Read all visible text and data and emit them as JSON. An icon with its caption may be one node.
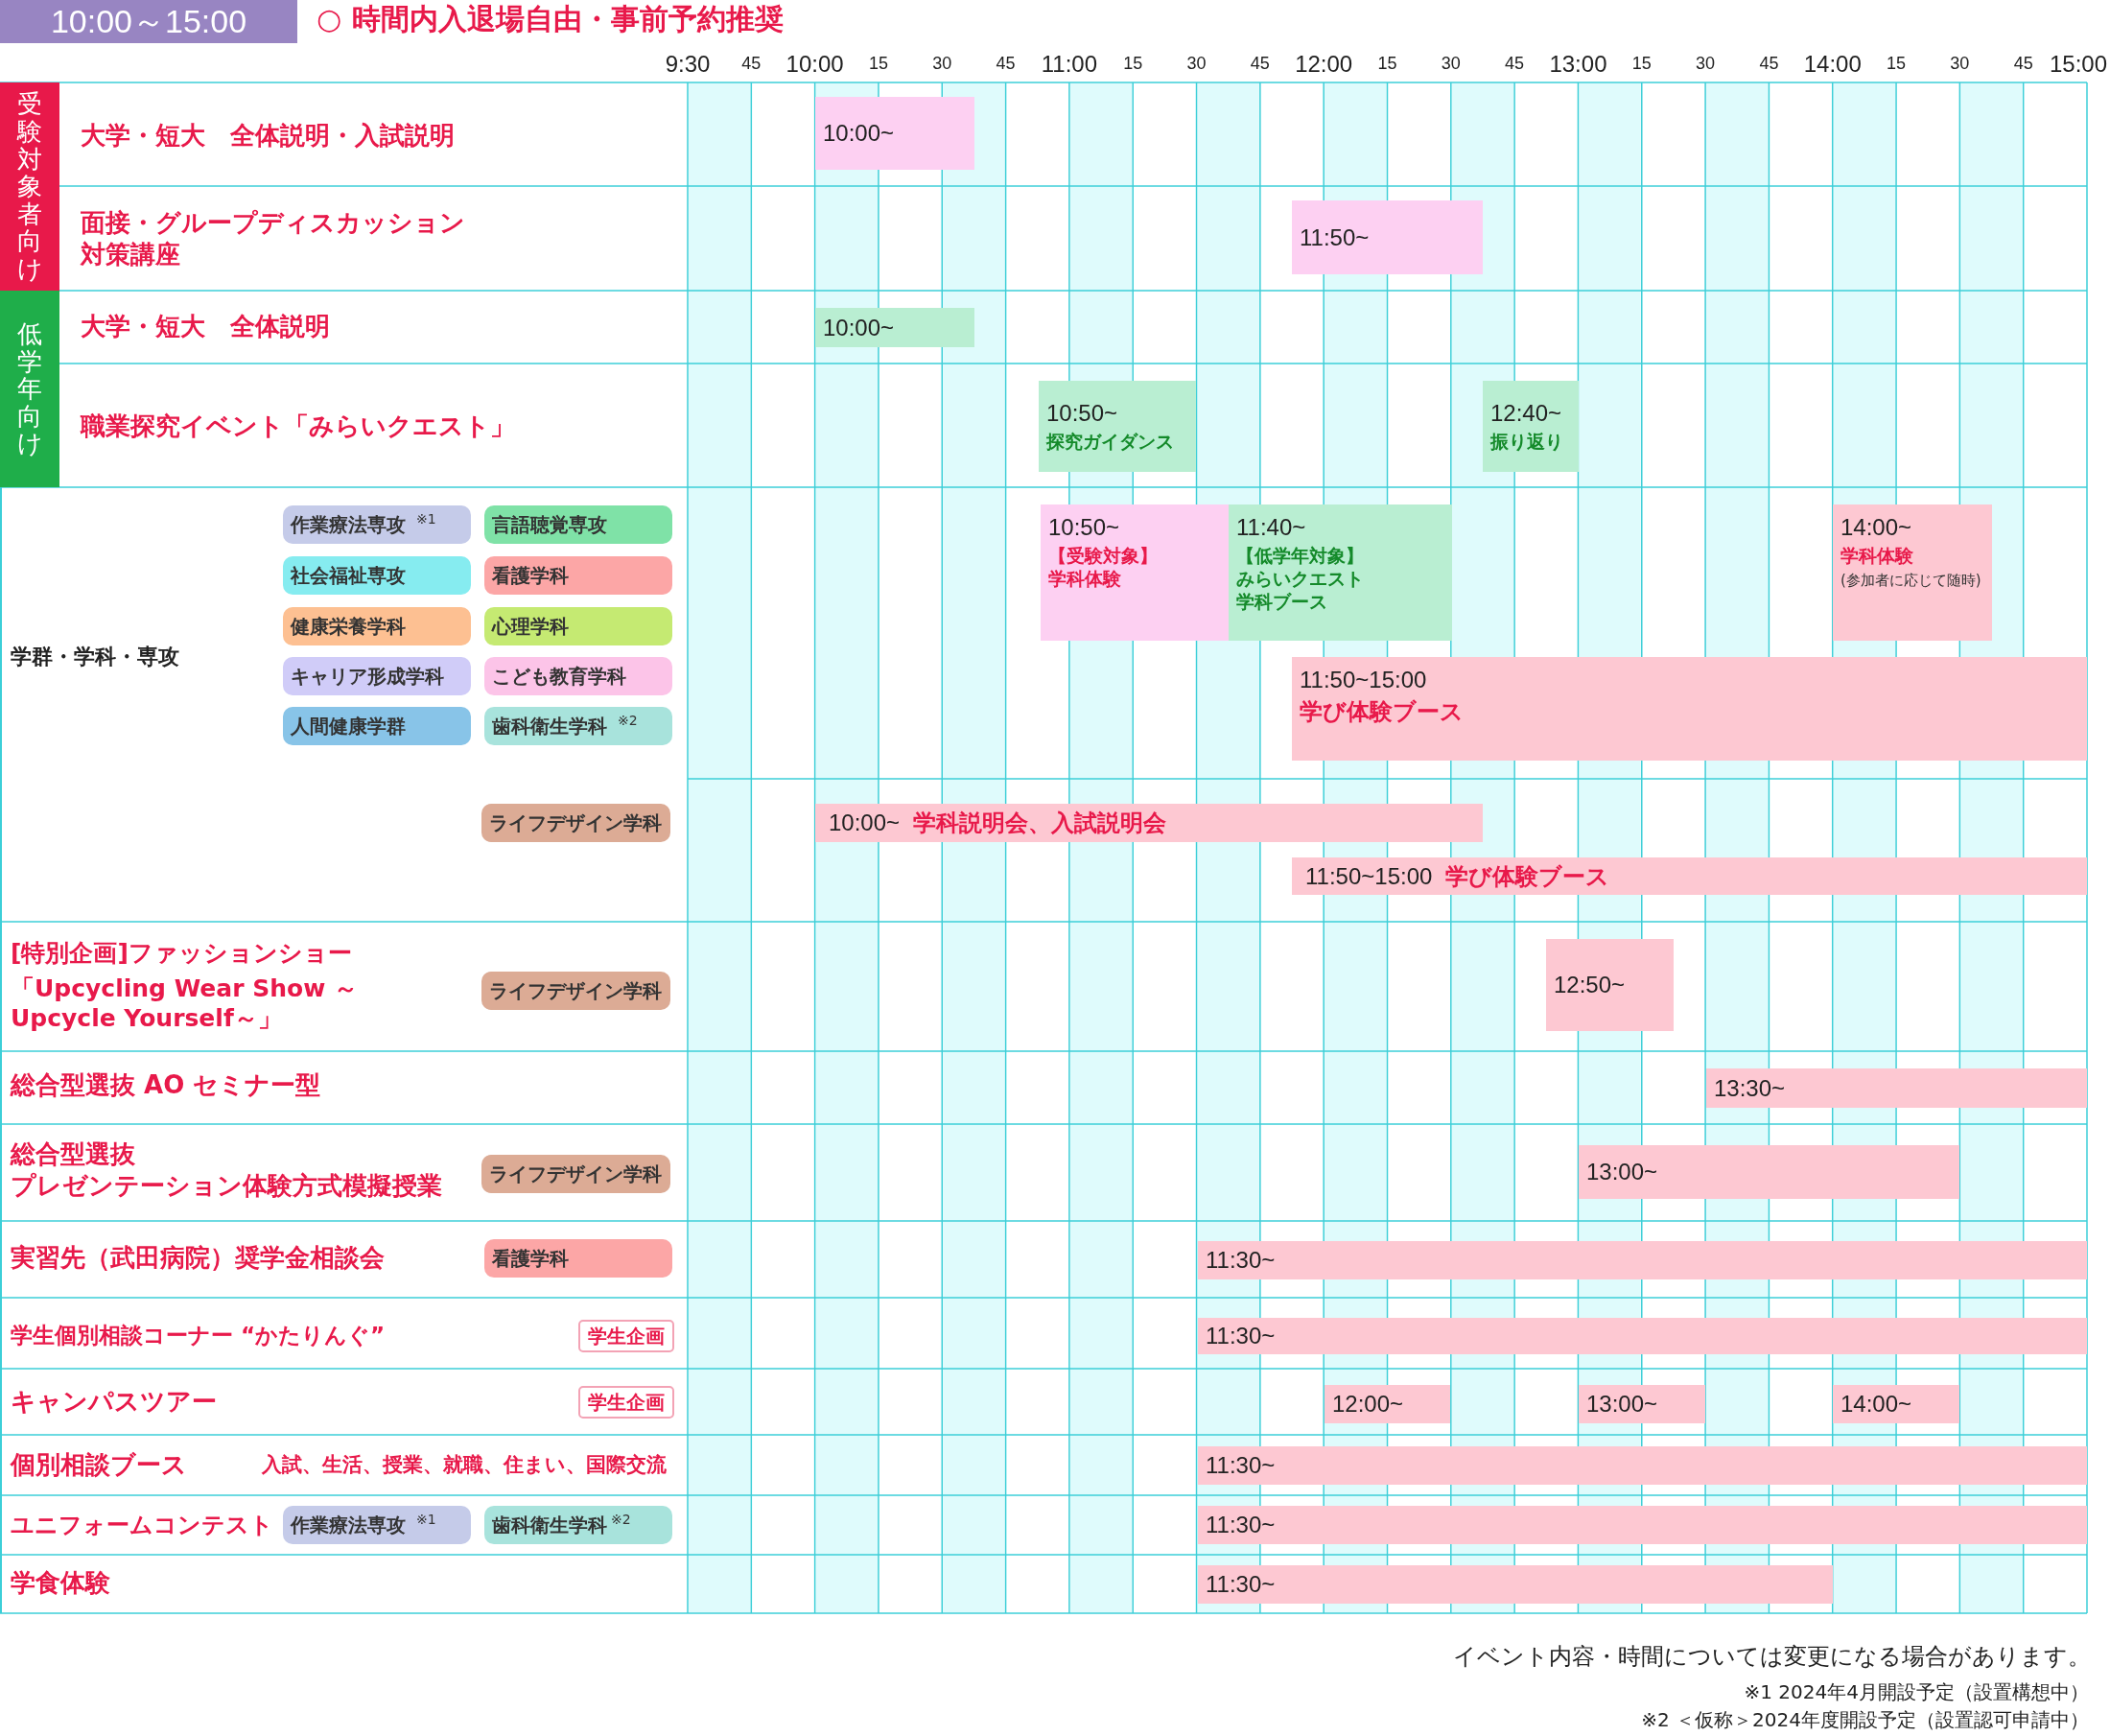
{
  "diagram": {
    "title": "○ 時間内入退場自由・事前予約推奨",
    "nodes": [
      {
        "text": [
          "10:00～15:00"
        ]
      },
      {
        "text": [
          "受験対象者向け"
        ]
      },
      {
        "text": [
          "低学年向け"
        ]
      },
      {
        "text": [
          "作業療法専攻 $^{※1}$"
        ]
      },
      {
        "text": [
          "言語聴覚専攻"
        ]
      },
      {
        "text": [
          "社会福祉専攻"
        ]
      },
      {
        "text": [
          "看護学科"
        ]
      },
      {
        "text": [
          "健康栄養学科"
        ]
      },
      {
        "text": [
          "心理学科"
        ]
      },
      {
        "text": [
          "キャリア形成学科"
        ]
      },
      {
        "text": [
          "こども教育学科"
        ]
      },
      {
        "text": [
          "人間健康学群"
        ]
      },
      {
        "text": [
          "歯科衛生学科 $^{※2}$"
        ]
      },
      {
        "text": [
          "ライフデザイン学科"
        ]
      },
      {
        "text": [
          "ライフデザイン学科"
        ]
      },
      {
        "text": [
          "ライフデザイン学科"
        ]
      },
      {
        "text": [
          "看護学科"
        ]
      },
      {
        "text": [
          "学生企画"
        ]
      },
      {
        "text": [
          "学生企画"
        ]
      },
      {
        "text": [
          "作業療法専攻 $^{※1}$"
        ]
      },
      {
        "text": [
          "歯科衛生学科$^{※2}$"
        ]
      },
      {
        "text": [
          "10:00~"
        ]
      },
      {
        "text": [
          "11:50~"
        ]
      },
      {
        "text": [
          "10:00~"
        ]
      },
      {
        "text": [
          "10:50~",
          "探究ガイダンス"
        ]
      },
      {
        "text": [
          "12:40~",
          "振り返り"
        ]
      },
      {
        "text": [
          "10:50~",
          "【受験対象】学科体験"
        ]
      },
      {
        "text": [
          "11:40~",
          "【低学年対象】みらいクエスト学科ブース"
        ]
      },
      {
        "text": [
          "14:00~",
          "学科体験",
          "(参加者に応じて随時)"
        ]
      },
      {
        "text": [
          "11:50~15:00",
          "学び体験ブース"
        ]
      },
      {
        "text": [
          "10:00~",
          "学科説明会、入試説明会"
        ]
      },
      {
        "text": [
          "11:50~15:00",
          "学び体験ブース"
        ]
      },
      {
        "text": [
          "12:50~"
        ]
      },
      {
        "text": [
          "13:30~"
        ]
      },
      {
        "text": [
          "13:00~"
        ]
      },
      {
        "text": [
          "11:30~"
        ]
      },
      {
        "text": [
          "11:30~"
        ]
      },
      {
        "text": [
          "12:00~"
        ]
      },
      {
        "text": [
          "13:00~"
        ]
      },
      {
        "text": [
          "14:00~"
        ]
      },
      {
        "text": [
          "11:30~"
        ]
      },
      {
        "text": [
          "11:30~"
        ]
      },
      {
        "text": [
          "11:30~"
        ]
      }
    ],
    "labels": [
      "9:30",
      "45",
      "10:00",
      "15",
      "30",
      "45",
      "11:00",
      "15",
      "30",
      "45",
      "12:00",
      "15",
      "30",
      "45",
      "13:00",
      "15",
      "30",
      "45",
      "14:00",
      "15",
      "30",
      "45",
      "15:00",
      "大学・短大　全体説明・入試説明",
      "面接・グループディスカッション対策講座",
      "大学・短大　全体説明",
      "職業探究イベント「みらいクエスト」",
      "学群・学科・専攻",
      "[特別企画]ファッションショー",
      "「Upcycling Wear Show ～Upcycle Yourself～」",
      "総合型選抜 AO セミナー型",
      "総合型選抜",
      "プレゼンテーション体験方式模擬授業",
      "実習先（武田病院）奨学金相談会",
      "学生個別相談コーナー “かたりんぐ”",
      "キャンパスツアー",
      "個別相談ブース",
      "入試、生活、授業、就職、住まい、国際交流",
      "ユニフォームコンテスト",
      "学食体験",
      "イベント内容・時間については変更になる場合があります。",
      "※1  2024年4月開設予定（設置構想中）",
      "※2 ＜仮称＞2024年度開設予定（設置認可申請中）"
    ]
  }
}
